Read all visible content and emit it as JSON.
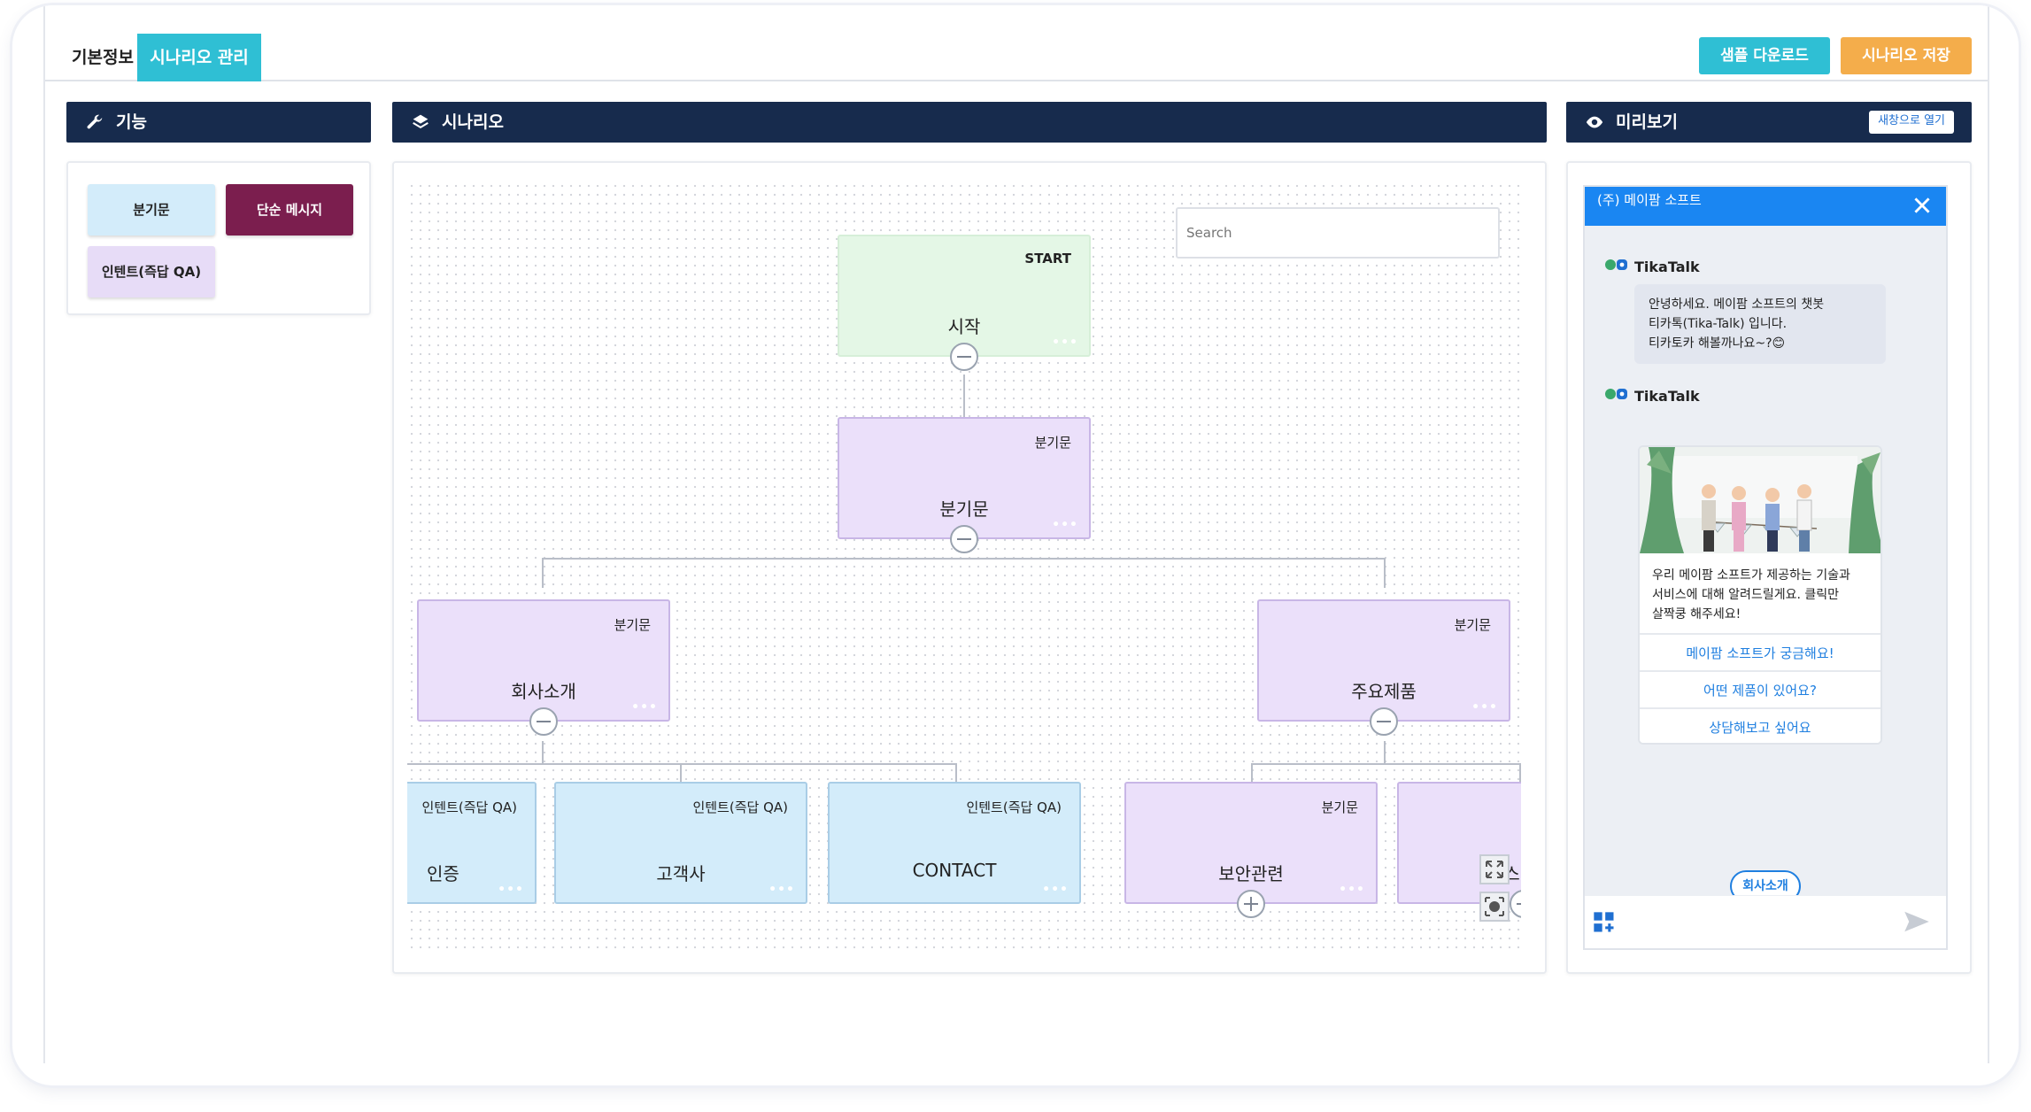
{
  "tabs": [
    {
      "label": "기본정보",
      "active": false
    },
    {
      "label": "시나리오 관리",
      "active": true
    }
  ],
  "top_buttons": {
    "sample_download": "샘플 다운로드",
    "save_scenario": "시나리오 저장"
  },
  "panels": {
    "function": {
      "title": "기능",
      "icon": "wrench-icon"
    },
    "scenario": {
      "title": "시나리오",
      "icon": "layers-icon"
    },
    "preview": {
      "title": "미리보기",
      "icon": "eye-icon",
      "open_new_window": "새창으로 열기"
    }
  },
  "function_items": [
    "분기문",
    "단순 메시지",
    "인텐트(즉답 QA)"
  ],
  "search": {
    "placeholder": "Search"
  },
  "nodes": {
    "start": {
      "type": "START",
      "name": "시작"
    },
    "branch_root": {
      "type": "분기문",
      "name": "분기문"
    },
    "company_intro": {
      "type": "분기문",
      "name": "회사소개"
    },
    "main_products": {
      "type": "분기문",
      "name": "주요제품"
    },
    "cert": {
      "type": "인텐트(즉답 QA)",
      "name": "인증"
    },
    "customers": {
      "type": "인텐트(즉답 QA)",
      "name": "고객사"
    },
    "contact": {
      "type": "인텐트(즉답 QA)",
      "name": "CONTACT"
    },
    "security": {
      "type": "분기문",
      "name": "보안관련"
    },
    "partial": {
      "name": "피스"
    }
  },
  "node_more": "•••",
  "chat": {
    "title": "(주) 메이팜 소프트",
    "bot_name": "TikaTalk",
    "greeting": [
      "안녕하세요. 메이팜 소프트의 챗봇",
      "티카톡(Tika-Talk) 입니다.",
      "티카토카 해볼까나요~?😊"
    ],
    "card_text": [
      "우리 메이팜 소프트가 제공하는 기술과",
      "서비스에 대해 알려드릴게요. 클릭만",
      "살짝쿵 해주세요!"
    ],
    "quick_replies": [
      "메이팜 소프트가 궁금해요!",
      "어떤 제품이 있어요?",
      "상담해보고 싶어요"
    ],
    "chip": "회사소개"
  },
  "colors": {
    "accent": "#2fbfd4",
    "save": "#f4ad4b",
    "header": "#172b4d",
    "branch": "#ebe0fa",
    "intent": "#d3ecfa",
    "start": "#e4f7e6",
    "message": "#7b1e4e",
    "chat_blue": "#1a86f2"
  }
}
